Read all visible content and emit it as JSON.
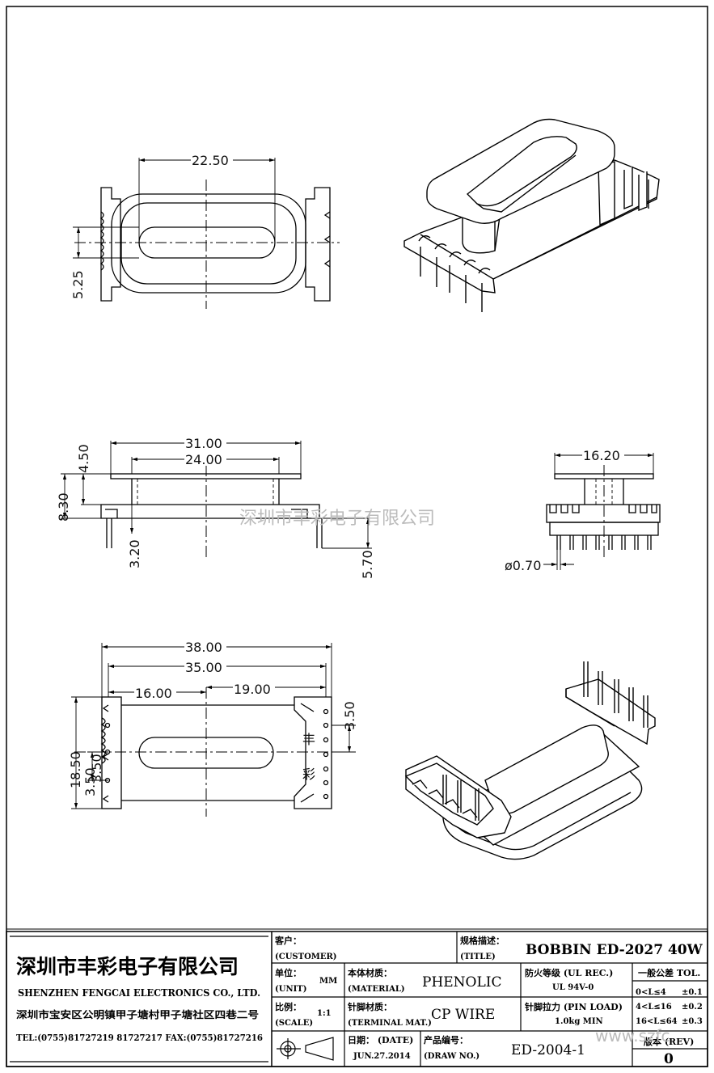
{
  "dimensions": {
    "top_width": "22.50",
    "top_height": "5.25",
    "front_overall": "31.00",
    "front_inner": "24.00",
    "front_flange": "4.50",
    "front_height": "8.30",
    "front_base": "3.20",
    "front_pin": "5.70",
    "side_width": "16.20",
    "pin_dia": "ø0.70",
    "bottom_overall": "38.00",
    "bottom_inner": "35.00",
    "bottom_left": "16.00",
    "bottom_right": "19.00",
    "bottom_height": "18.50",
    "bottom_pitch_left": "3.50",
    "bottom_pitch_left2": "3.50",
    "bottom_pitch_right": "3.50"
  },
  "watermark": "深圳市丰彩电子有限公司",
  "watermark_url": "www.szfc",
  "mark_char1": "丰",
  "mark_char2": "彩",
  "title_block": {
    "company_cn": "深圳市丰彩电子有限公司",
    "company_en": "SHENZHEN FENGCAI ELECTRONICS CO., LTD.",
    "address": "深圳市宝安区公明镇甲子塘村甲子塘社区四巷二号",
    "tel": "TEL:(0755)81727219  81727217   FAX:(0755)81727216",
    "customer_label": "客户：",
    "customer_label_en": "(CUSTOMER)",
    "title_label": "规格描述：",
    "title_label_en": "(TITLE)",
    "title_value": "BOBBIN ED-2027 40W",
    "unit_label": "单位：",
    "unit_label_en": "(UNIT)",
    "unit_value": "MM",
    "material_label": "本体材质：",
    "material_label_en": "(MATERIAL)",
    "material_value": "PHENOLIC",
    "flame_label": "防火等级 (UL REC.)",
    "flame_value": "UL 94V-0",
    "tol_label": "一般公差 TOL.",
    "tol_rows": [
      {
        "range": "0<L≤4",
        "tol": "±0.1"
      },
      {
        "range": "4<L≤16",
        "tol": "±0.2"
      },
      {
        "range": "16<L≤64",
        "tol": "±0.3"
      }
    ],
    "scale_label": "比例：",
    "scale_label_en": "(SCALE)",
    "scale_value": "1:1",
    "terminal_label": "针脚材质：",
    "terminal_label_en": "(TERMINAL MAT.)",
    "terminal_value": "CP WIRE",
    "pinload_label": "针脚拉力 (PIN LOAD)",
    "pinload_value": "1.0kg MIN",
    "date_label": "日期：  (DATE)",
    "date_value": "JUN.27.2014",
    "drawno_label": "产品编号：",
    "drawno_label_en": "(DRAW NO.)",
    "drawno_value": "ED-2004-1",
    "rev_label": "版本 (REV)",
    "rev_value": "0"
  }
}
